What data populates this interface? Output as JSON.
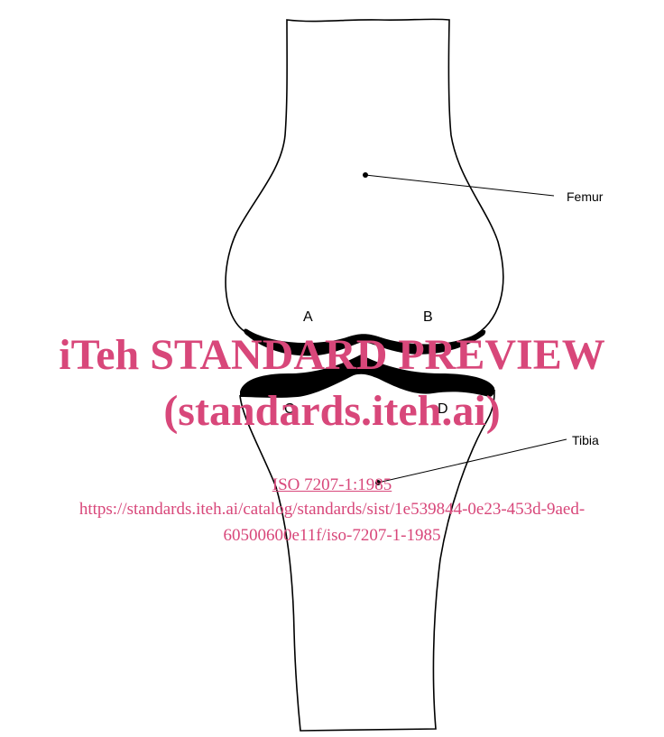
{
  "diagram": {
    "labels": {
      "a": "A",
      "b": "B",
      "c": "C",
      "d": "D"
    },
    "callouts": {
      "femur": "Femur",
      "tibia": "Tibia"
    }
  },
  "watermark": {
    "line1": "iTeh STANDARD PREVIEW",
    "line2": "(standards.iteh.ai)",
    "link": "ISO 7207-1:1985",
    "url_line1": "https://standards.iteh.ai/catalog/standards/sist/1e539844-0e23-453d-9aed-",
    "url_line2": "60500600e11f/iso-7207-1-1985",
    "color": "#d8477a"
  },
  "colors": {
    "ink": "#000000",
    "paper": "#ffffff"
  }
}
